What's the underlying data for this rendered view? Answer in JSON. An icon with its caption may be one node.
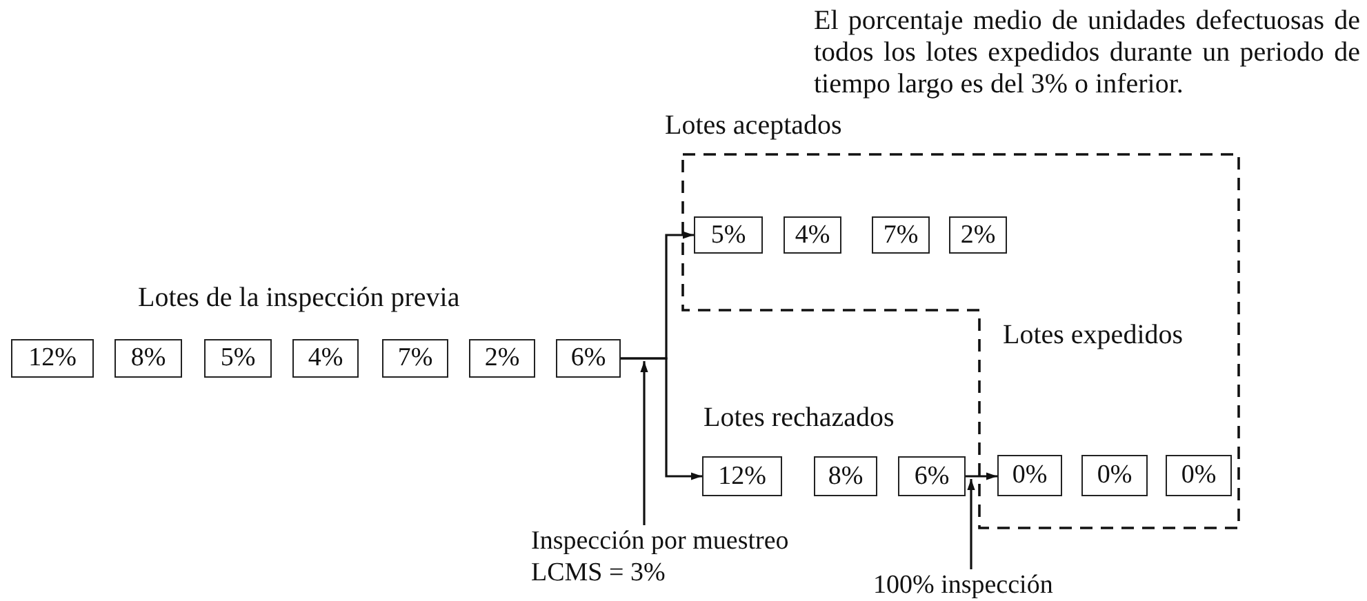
{
  "diagram": {
    "nodes": [
      {
        "text": [
          "12%"
        ]
      },
      {
        "text": [
          "8%"
        ]
      },
      {
        "text": [
          "5%"
        ]
      },
      {
        "text": [
          "4%"
        ]
      },
      {
        "text": [
          "7%"
        ]
      },
      {
        "text": [
          "2%"
        ]
      },
      {
        "text": [
          "6%"
        ]
      },
      {
        "text": [
          "Lotes expedidos"
        ]
      },
      {
        "text": [
          "5%"
        ],
        "in": 7
      },
      {
        "text": [
          "4%"
        ],
        "in": 7
      },
      {
        "text": [
          "7%"
        ],
        "in": 7
      },
      {
        "text": [
          "2%"
        ],
        "in": 7
      },
      {
        "text": [
          "12%"
        ]
      },
      {
        "text": [
          "8%"
        ]
      },
      {
        "text": [
          "6%"
        ]
      },
      {
        "text": [
          "0%"
        ],
        "in": 7
      },
      {
        "text": [
          "0%"
        ],
        "in": 7
      },
      {
        "text": [
          "0%"
        ],
        "in": 7
      },
      {
        "text": [
          "Inspección por muestreo LCMS = 3%"
        ]
      },
      {
        "text": [
          "100% inspección"
        ]
      }
    ],
    "edges": [
      {
        "from": 6,
        "to": 8,
        "arrow": "to"
      },
      {
        "from": 6,
        "to": 12,
        "arrow": "to"
      },
      {
        "from": 14,
        "to": 15,
        "arrow": "to"
      },
      {
        "from": 18,
        "to": 6,
        "arrow": "to"
      },
      {
        "from": 19,
        "to": 14,
        "arrow": "to"
      }
    ],
    "labels": [
      "El porcentaje medio de unidades defectuosas de todos los lotes expedidos durante un periodo de tiempo largo es del 3% o inferior.",
      "Lotes aceptados",
      "Lotes de la inspección previa",
      "Lotes rechazados"
    ]
  }
}
